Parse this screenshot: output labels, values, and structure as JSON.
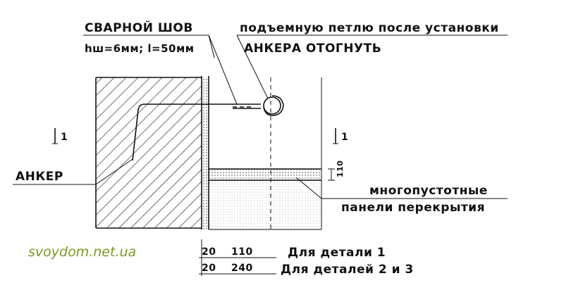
{
  "callouts": {
    "weld_title": "СВАРНОЙ ШОВ",
    "weld_dims": "hш=6мм; l=50мм",
    "loop_line1": "подъемную петлю после установки",
    "loop_line2": "АНКЕРА ОТОГНУТЬ",
    "anchor": "АНКЕР",
    "panels_line1": "многопустотные",
    "panels_line2": "панели перекрытия"
  },
  "section_marks": {
    "left": "1",
    "right": "1"
  },
  "dimension": {
    "vertical": "110"
  },
  "table": {
    "rows": [
      {
        "a": "20",
        "b": "110",
        "desc": "Для детали 1"
      },
      {
        "a": "20",
        "b": "240",
        "desc": "Для деталей 2 и 3"
      }
    ]
  },
  "watermark": "svoydom.net.ua",
  "colors": {
    "ink": "#111111",
    "watermark": "#7a9a1a"
  }
}
